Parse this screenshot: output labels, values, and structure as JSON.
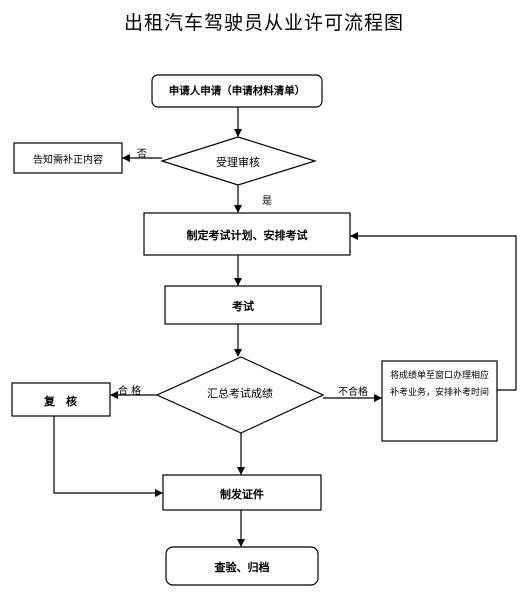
{
  "title": "出租汽车驾驶员从业许可流程图",
  "nodes": {
    "apply": "申请人申请（申请材料清单）",
    "review": "受理审核",
    "notify": "告知需补正内容",
    "plan": "制定考试计划、安排考试",
    "exam": "考试",
    "summary": "汇总考试成绩",
    "recheck": "复　核",
    "retest_note": "将成绩单至窗口办理相应补考业务，安排补考时间",
    "issue": "制发证件",
    "archive": "查验、归档"
  },
  "edge_labels": {
    "no": "否",
    "yes": "是",
    "pass": "合 格",
    "fail": "不合格"
  }
}
